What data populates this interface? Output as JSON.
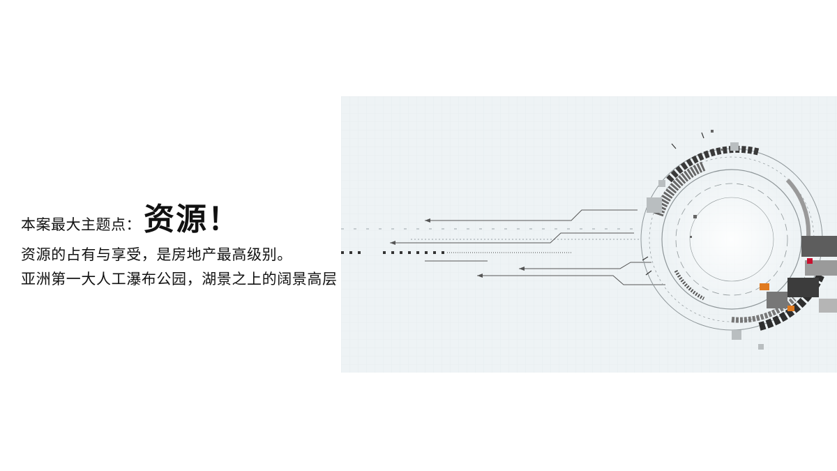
{
  "heading": {
    "prefix": "本案最大主题点：",
    "emphasis": "资源！"
  },
  "body": {
    "line1": "资源的占有与享受，是房地产最高级别。",
    "line2": "亚洲第一大人工瀑布公园，湖景之上的阔景高层"
  },
  "graphic": {
    "icon": "tech-circle-illustration",
    "background_color": "#eef3f5",
    "accent_colors": [
      "#444444",
      "#888888",
      "#e07a1f",
      "#c8102e"
    ]
  }
}
